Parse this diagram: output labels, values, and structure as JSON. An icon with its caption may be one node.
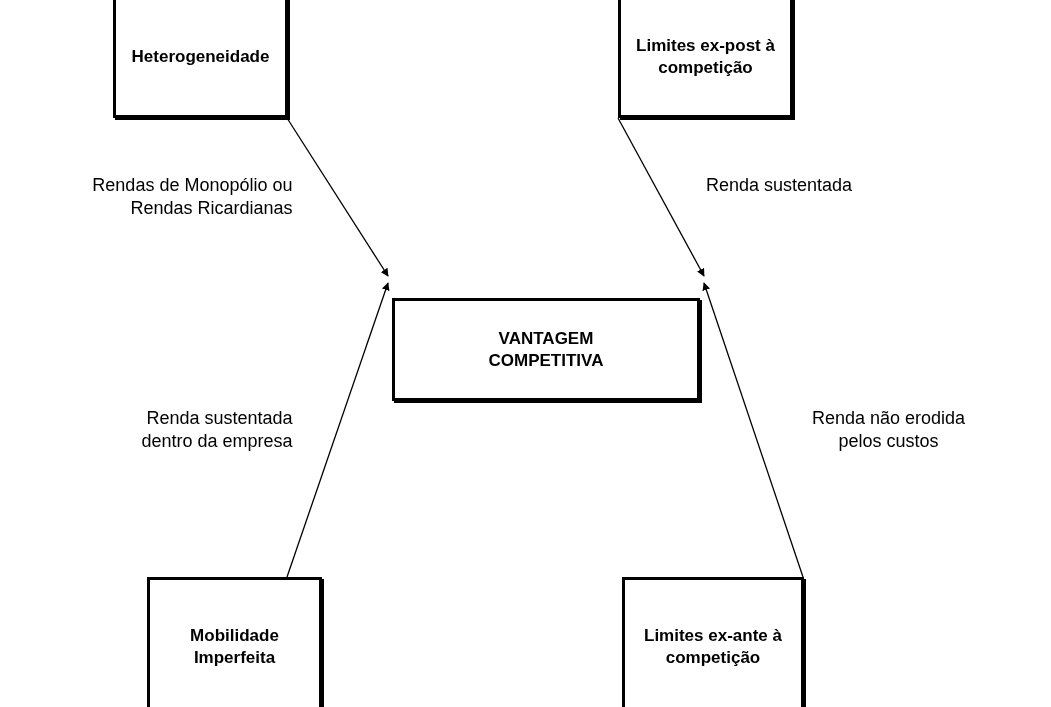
{
  "diagram": {
    "nodes": [
      {
        "text": [
          "Heterogeneidade"
        ]
      },
      {
        "text": [
          "Limites ex-post à competição"
        ]
      },
      {
        "text": [
          "VANTAGEM COMPETITIVA"
        ]
      },
      {
        "text": [
          "Mobilidade Imperfeita"
        ]
      },
      {
        "text": [
          "Limites ex-ante à competição"
        ]
      }
    ],
    "edges": [
      {
        "from": 0,
        "to": 2,
        "arrow": "to",
        "label": "Rendas de Monopólio ou Rendas Ricardianas"
      },
      {
        "from": 1,
        "to": 2,
        "arrow": "to",
        "label": "Renda sustentada"
      },
      {
        "from": 3,
        "to": 2,
        "arrow": "to",
        "label": "Renda sustentada dentro da empresa"
      },
      {
        "from": 4,
        "to": 2,
        "arrow": "to",
        "label": "Renda não erodida pelos custos"
      }
    ]
  }
}
